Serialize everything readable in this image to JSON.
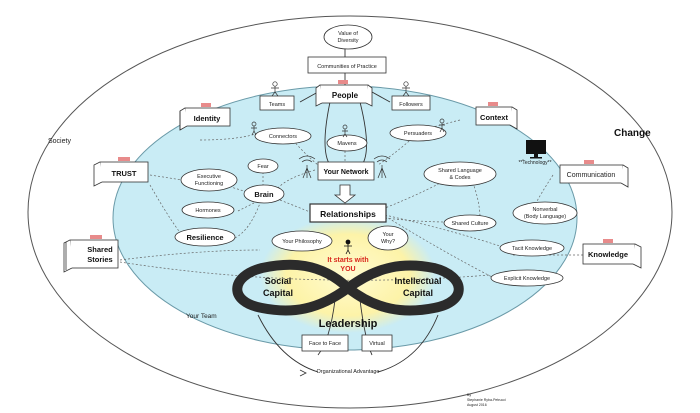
{
  "labels": {
    "society": "Society",
    "change": "Change",
    "your_team": "Your Team",
    "value_of_diversity": [
      "Value of",
      "Diversity"
    ],
    "communities_of_practice": "Communities of Practice",
    "teams": "Teams",
    "people": "People",
    "followers": "Followers",
    "identity": "Identity",
    "context": "Context",
    "connectors": "Connectors",
    "mavens": "Mavens",
    "persuaders": "Persuaders",
    "fear": "Fear",
    "your_network": "Your Network",
    "trust": "TRUST",
    "executive_functioning": [
      "Executive",
      "Functioning"
    ],
    "brain": "Brain",
    "shared_language": [
      "Shared Language",
      "& Codes"
    ],
    "technology": "**Technology**",
    "communication": "Communication",
    "hormones": "Hormones",
    "relationships": "Relationships",
    "shared_culture": "Shared Culture",
    "nonverbal": [
      "Nonverbal",
      "(Body Language)"
    ],
    "resilience": "Resilience",
    "your_philosophy": "Your Philosophy",
    "your_why": [
      "Your",
      "Why?"
    ],
    "shared_stories": [
      "Shared",
      "Stories"
    ],
    "tacit_knowledge": "Tacit Knowledge",
    "knowledge": "Knowledge",
    "it_starts_with_you": [
      "It starts with",
      "YOU"
    ],
    "explicit_knowledge": "Explicit Knowledge",
    "social_capital": [
      "Social",
      "Capital"
    ],
    "intellectual_capital": [
      "Intellectual",
      "Capital"
    ],
    "leadership": "Leadership",
    "face_to_face": "Face to Face",
    "virtual": "Virtual",
    "organizational_advantage": "Organizational Advantage",
    "credit": [
      "By",
      "Stephanie Ryba-Petrucci",
      "August 2016"
    ]
  },
  "colors": {
    "team_fill": "#c9ecf5",
    "center_glow": "#fdf6b8",
    "accent_red": "#d9261c",
    "infinity": "#2b2b2b",
    "tag": "#e88b8b"
  }
}
